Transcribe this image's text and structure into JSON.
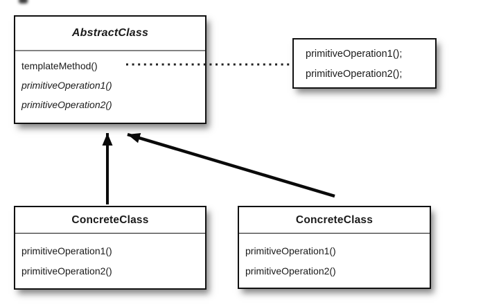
{
  "diagram": {
    "abstract_class": {
      "title": "AbstractClass",
      "methods": [
        "templateMethod()",
        "primitiveOperation1()",
        "primitiveOperation2()"
      ]
    },
    "note": {
      "lines": [
        "primitiveOperation1();",
        "primitiveOperation2();"
      ]
    },
    "concrete_left": {
      "title": "ConcreteClass",
      "methods": [
        "primitiveOperation1()",
        "primitiveOperation2()"
      ]
    },
    "concrete_right": {
      "title": "ConcreteClass",
      "methods": [
        "primitiveOperation1()",
        "primitiveOperation2()"
      ]
    },
    "colors": {
      "border": "#111111",
      "abstract_separator": "#828282",
      "text": "#1a1a1a",
      "arrow": "#0a0a0a",
      "background": "#ffffff"
    }
  }
}
